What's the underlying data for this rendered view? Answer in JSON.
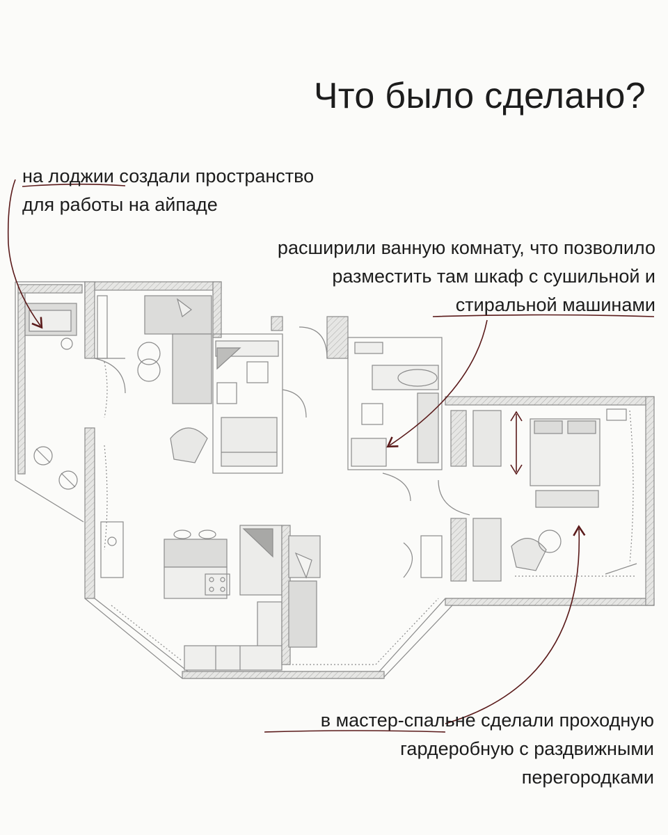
{
  "title": "Что было сделано?",
  "notes": {
    "loggia": [
      "на лоджии создали пространство",
      "для работы на айпаде"
    ],
    "bathroom": [
      "расширили ванную комнату, что позволило",
      "разместить там шкаф с сушильной и",
      "стиральной машинами"
    ],
    "master": [
      "в мастер-спальне сделали проходную",
      "гардеробную с раздвижными",
      "перегородками"
    ]
  },
  "colors": {
    "background": "#fbfbf9",
    "wall_fill": "#dcdcda",
    "wall_line": "#8a8a8a",
    "arrow": "#5a1a1a",
    "text": "#1c1c1c"
  }
}
